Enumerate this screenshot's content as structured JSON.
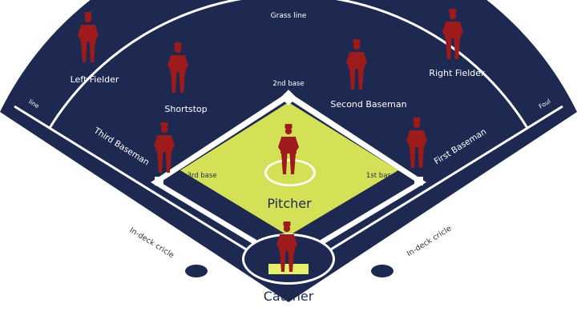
{
  "diagram": {
    "labels": {
      "grass_line": "Grass line",
      "left_fielder": "Left Fielder",
      "right_fielder": "Right Fielder",
      "second_base": "2nd base",
      "shortstop": "Shortstop",
      "second_baseman": "Second Baseman",
      "third_baseman": "Third Baseman",
      "first_baseman": "First Baseman",
      "third_base": "3rd base",
      "first_base": "1st base",
      "pitcher": "Pitcher",
      "catcher": "Catcher",
      "in_deck_left": "In-deck cricle",
      "in_deck_right": "In-deck cricle",
      "foul_left": "line",
      "foul_right": "Foul"
    },
    "colors": {
      "field": "#1e2952",
      "infield": "#d4e157",
      "player": "#9e1b1b",
      "plate": "#e6ef6a",
      "lines": "#ffffff"
    }
  }
}
